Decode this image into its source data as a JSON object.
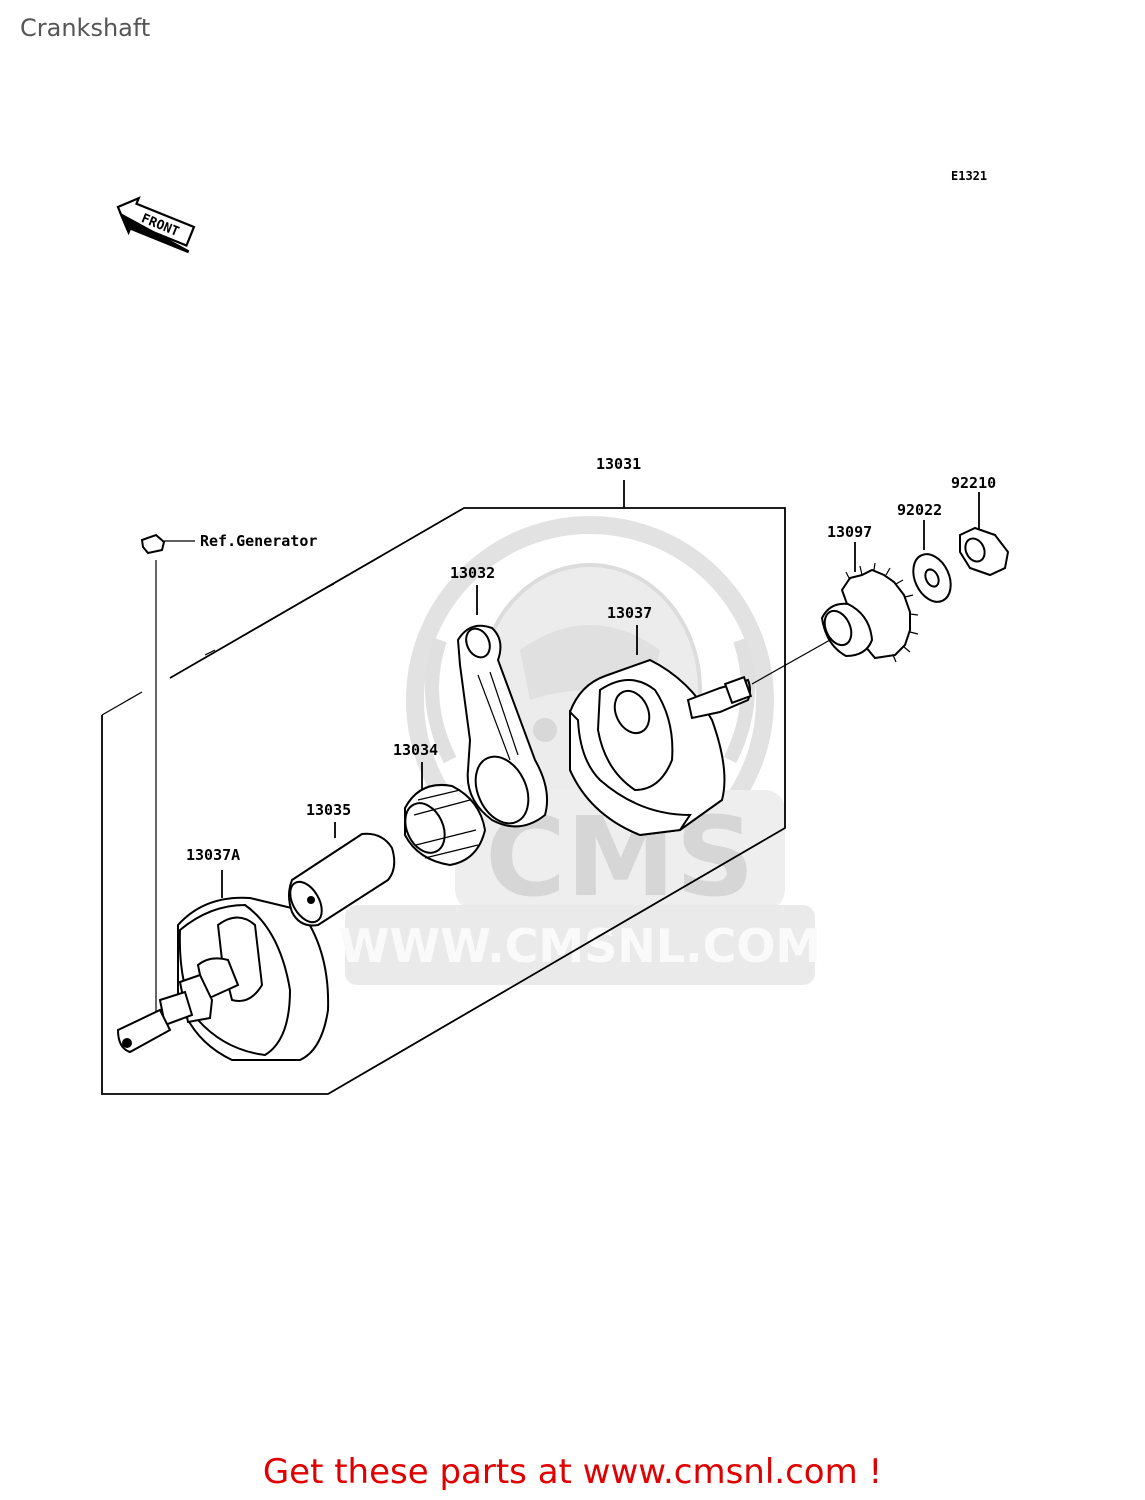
{
  "page": {
    "title": "Crankshaft",
    "figure_code": "E1321",
    "front_marker": "FRONT",
    "footer_link": "Get these parts at www.cmsnl.com !"
  },
  "watermark": {
    "brand": "CMS",
    "url": "WWW.CMSNL.COM",
    "color": "#d6d6d6"
  },
  "parts": {
    "crankshaft_assy": "13031",
    "connecting_rod": "13032",
    "bearing": "13034",
    "crankpin": "13035",
    "flywheel_right": "13037",
    "flywheel_left": "13037A",
    "gear": "13097",
    "washer": "92022",
    "nut": "92210"
  },
  "reference": {
    "generator": "Ref.Generator"
  },
  "colors": {
    "title": "#555555",
    "footer": "#e00000",
    "lines": "#000000"
  }
}
